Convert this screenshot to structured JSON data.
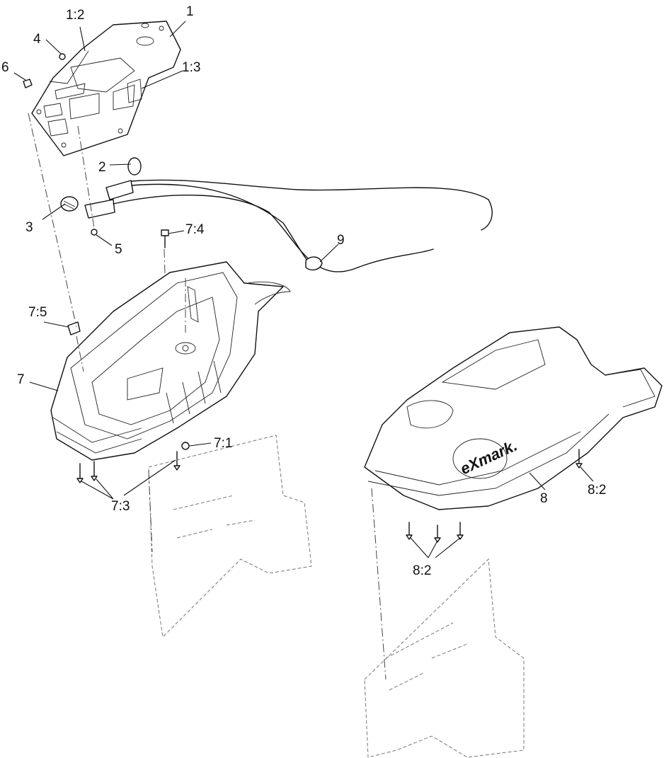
{
  "callouts": {
    "c1": "1",
    "c1_2": "1:2",
    "c1_3": "1:3",
    "c2": "2",
    "c3": "3",
    "c4": "4",
    "c5": "5",
    "c6": "6",
    "c7": "7",
    "c7_1": "7:1",
    "c7_3": "7:3",
    "c7_4": "7:4",
    "c7_5": "7:5",
    "c8": "8",
    "c8_2a": "8:2",
    "c8_2b": "8:2",
    "c9": "9"
  },
  "logo_text": "eXmark."
}
